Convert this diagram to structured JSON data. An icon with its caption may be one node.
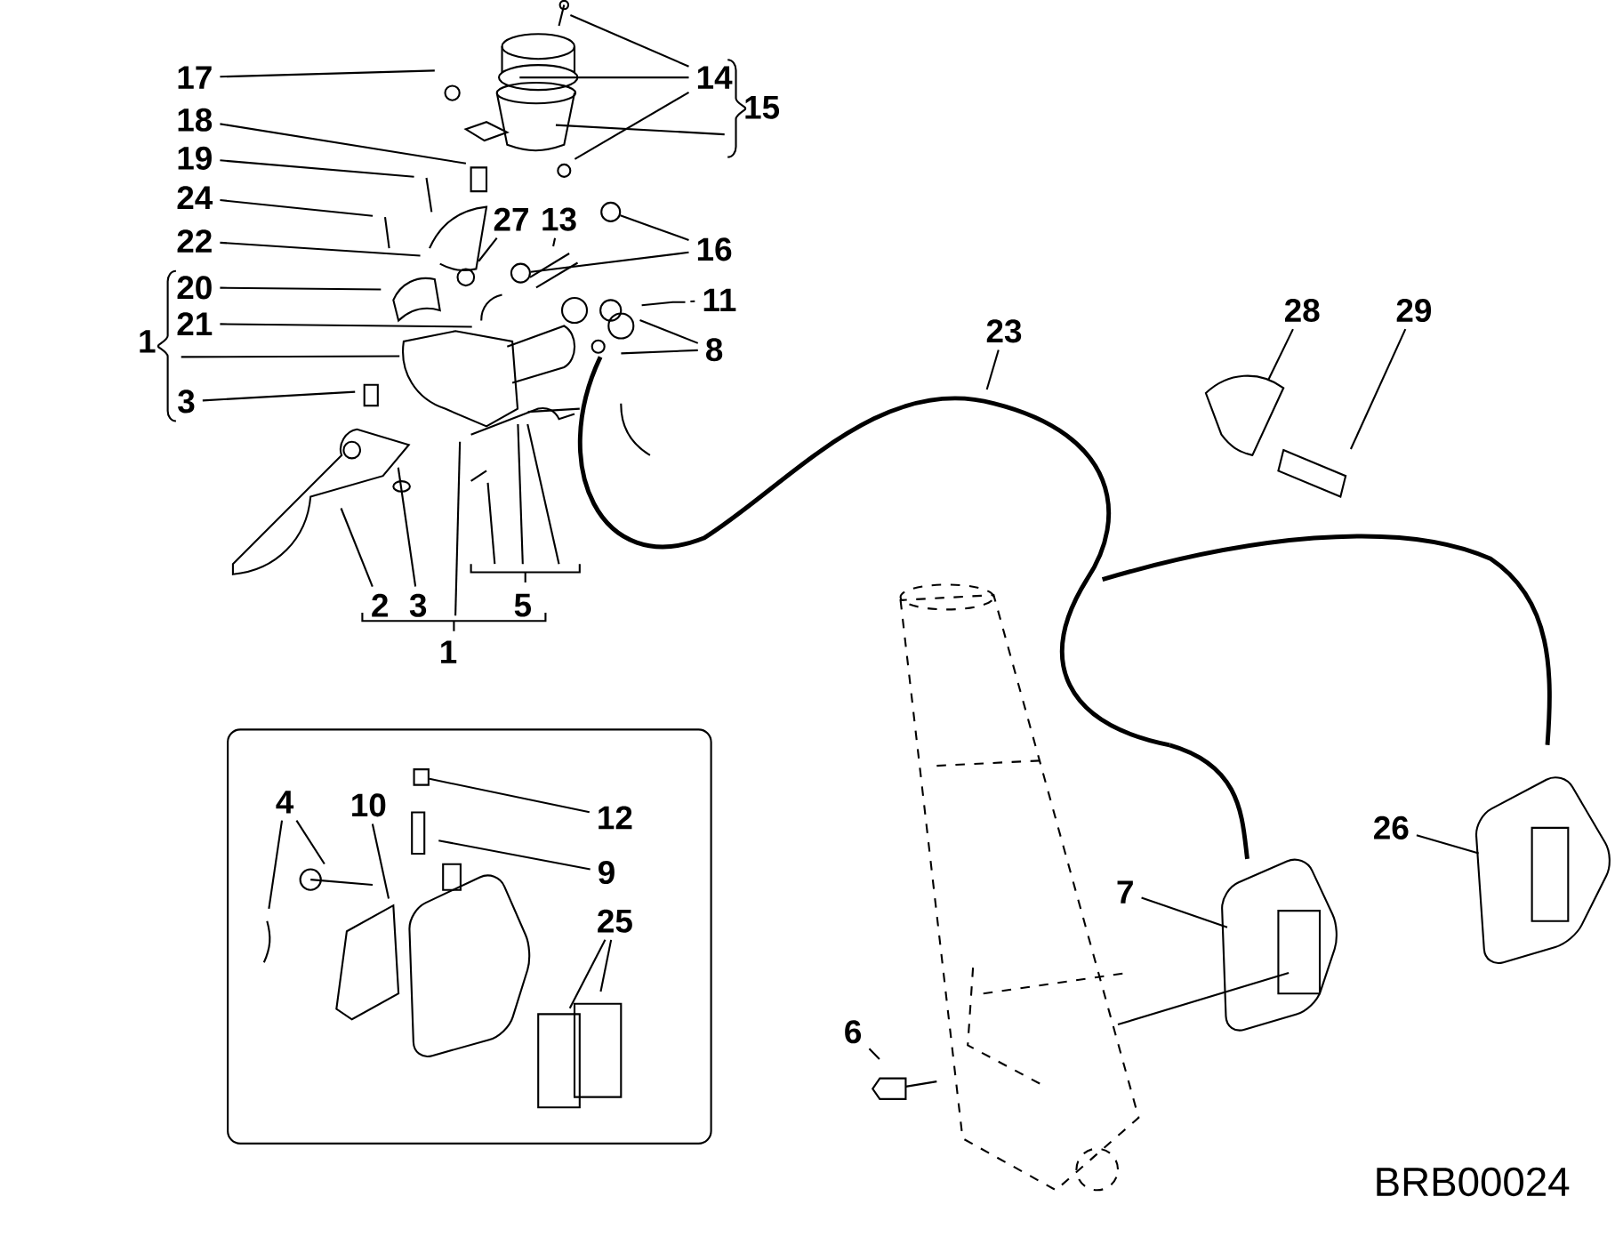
{
  "diagram": {
    "nodes": [
      {
        "text": [
          "17"
        ]
      },
      {
        "text": [
          "14"
        ]
      },
      {
        "text": [
          "15"
        ]
      },
      {
        "text": [
          "18"
        ]
      },
      {
        "text": [
          "19"
        ]
      },
      {
        "text": [
          "24"
        ]
      },
      {
        "text": [
          "27"
        ]
      },
      {
        "text": [
          "13"
        ]
      },
      {
        "text": [
          "16"
        ]
      },
      {
        "text": [
          "22"
        ]
      },
      {
        "text": [
          "20"
        ]
      },
      {
        "text": [
          "11"
        ]
      },
      {
        "text": [
          "1"
        ]
      },
      {
        "text": [
          "21"
        ]
      },
      {
        "text": [
          "8"
        ]
      },
      {
        "text": [
          "23"
        ]
      },
      {
        "text": [
          "28"
        ]
      },
      {
        "text": [
          "29"
        ]
      },
      {
        "text": [
          "3"
        ]
      },
      {
        "text": [
          "2"
        ]
      },
      {
        "text": [
          "3"
        ]
      },
      {
        "text": [
          "5"
        ]
      },
      {
        "text": [
          "1"
        ]
      },
      {
        "text": [
          "4"
        ]
      },
      {
        "text": [
          "10"
        ]
      },
      {
        "text": [
          "12"
        ]
      },
      {
        "text": [
          "26"
        ]
      },
      {
        "text": [
          "9"
        ]
      },
      {
        "text": [
          "7"
        ]
      },
      {
        "text": [
          "25"
        ]
      },
      {
        "text": [
          "6"
        ]
      },
      {
        "text": [],
        "shape": "circle"
      },
      {
        "text": [],
        "shape": "circle"
      },
      {
        "text": [],
        "shape": "box"
      }
    ],
    "edges": [
      {
        "from": 0,
        "to": null,
        "arrow": "none"
      },
      {
        "from": 1,
        "to": null,
        "arrow": "none"
      },
      {
        "from": 1,
        "to": null,
        "arrow": "none"
      },
      {
        "from": 1,
        "to": null,
        "arrow": "none"
      },
      {
        "from": 3,
        "to": null,
        "arrow": "none"
      },
      {
        "from": 4,
        "to": null,
        "arrow": "none"
      },
      {
        "from": 5,
        "to": null,
        "arrow": "none"
      },
      {
        "from": 6,
        "to": null,
        "arrow": "none"
      },
      {
        "from": 7,
        "to": null,
        "arrow": "none"
      },
      {
        "from": 8,
        "to": 31,
        "arrow": "none"
      },
      {
        "from": 8,
        "to": 32,
        "arrow": "none"
      },
      {
        "from": 9,
        "to": null,
        "arrow": "none"
      },
      {
        "from": 10,
        "to": null,
        "arrow": "none"
      },
      {
        "from": 11,
        "to": null,
        "arrow": "none"
      },
      {
        "from": 13,
        "to": null,
        "arrow": "none"
      },
      {
        "from": 14,
        "to": null,
        "arrow": "none"
      },
      {
        "from": 14,
        "to": null,
        "arrow": "none"
      },
      {
        "from": 15,
        "to": null,
        "arrow": "none"
      },
      {
        "from": 16,
        "to": null,
        "arrow": "none"
      },
      {
        "from": 17,
        "to": null,
        "arrow": "none"
      },
      {
        "from": 18,
        "to": null,
        "arrow": "none"
      },
      {
        "from": 19,
        "to": null,
        "arrow": "none"
      },
      {
        "from": 20,
        "to": null,
        "arrow": "none"
      },
      {
        "from": 23,
        "to": null,
        "arrow": "none"
      },
      {
        "from": 23,
        "to": null,
        "arrow": "none"
      },
      {
        "from": 24,
        "to": null,
        "arrow": "none"
      },
      {
        "from": 25,
        "to": 33,
        "arrow": "none"
      },
      {
        "from": 26,
        "to": null,
        "arrow": "none"
      },
      {
        "from": 27,
        "to": null,
        "arrow": "none"
      },
      {
        "from": 28,
        "to": null,
        "arrow": "none"
      },
      {
        "from": 29,
        "to": null,
        "arrow": "none"
      },
      {
        "from": 29,
        "to": null,
        "arrow": "none"
      },
      {
        "from": 30,
        "to": null,
        "arrow": "none"
      },
      {
        "from": 2,
        "to": null,
        "arrow": "none"
      },
      {
        "from": 12,
        "to": null,
        "arrow": "none"
      },
      {
        "from": 21,
        "to": null,
        "arrow": "none"
      },
      {
        "from": 21,
        "to": null,
        "arrow": "none"
      },
      {
        "from": 21,
        "to": null,
        "arrow": "none"
      },
      {
        "from": 22,
        "to": null,
        "arrow": "none"
      }
    ],
    "labels": [
      "BRB00024"
    ]
  }
}
